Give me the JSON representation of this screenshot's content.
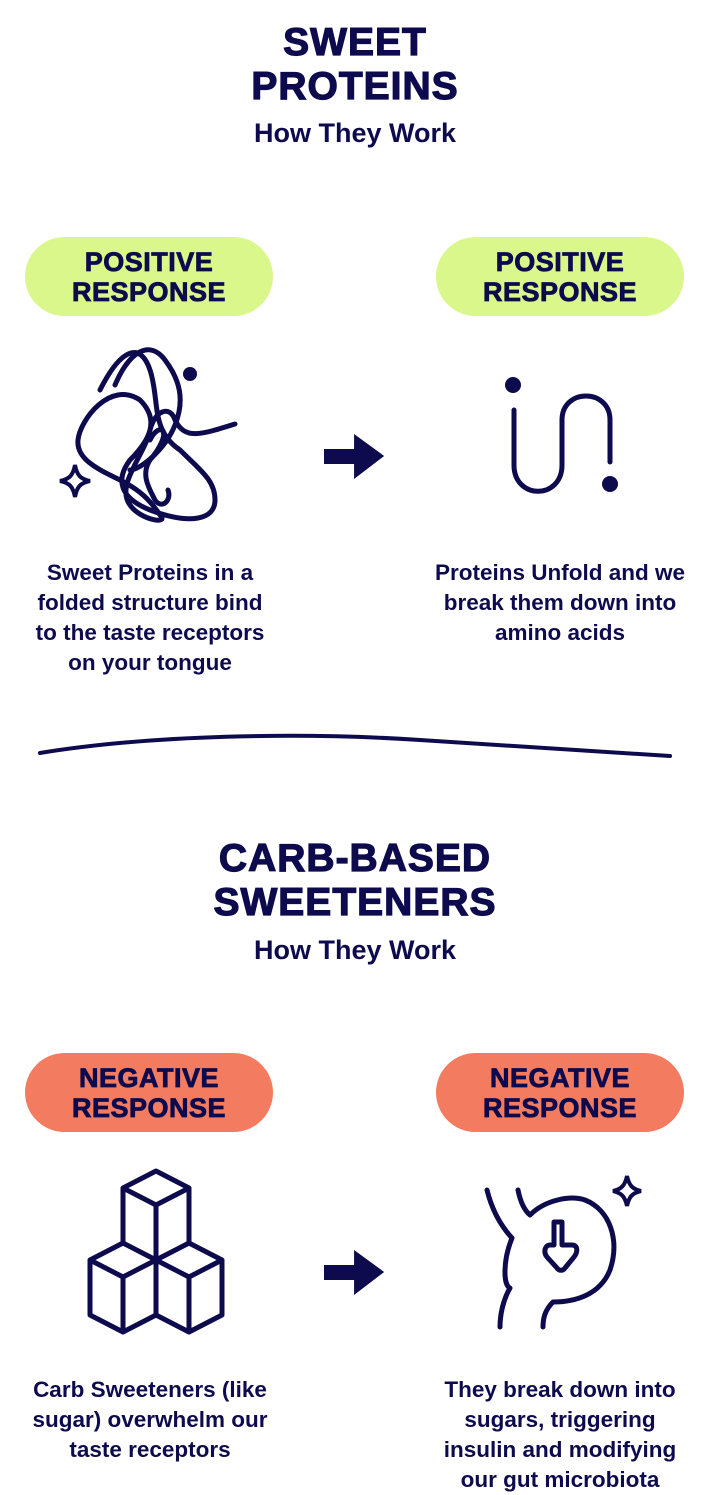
{
  "colors": {
    "navy": "#0d0b4d",
    "positive": "#d9f78a",
    "negative": "#f37b60"
  },
  "section1": {
    "title_line1": "SWEET",
    "title_line2": "PROTEINS",
    "subtitle": "How They Work",
    "left": {
      "badge_line1": "POSITIVE",
      "badge_line2": "RESPONSE",
      "icon": "folded-protein-icon",
      "caption": [
        "Sweet Proteins in a",
        "folded structure bind",
        "to the taste receptors",
        "on your tongue"
      ]
    },
    "right": {
      "badge_line1": "POSITIVE",
      "badge_line2": "RESPONSE",
      "icon": "unfolded-protein-icon",
      "caption": [
        "Proteins Unfold and we",
        "break them down into",
        "amino acids"
      ]
    }
  },
  "section2": {
    "title_line1": "CARB-BASED",
    "title_line2": "SWEETENERS",
    "subtitle": "How They Work",
    "left": {
      "badge_line1": "NEGATIVE",
      "badge_line2": "RESPONSE",
      "icon": "sugar-cubes-icon",
      "caption": [
        "Carb Sweeteners (like",
        "sugar) overwhelm our",
        "taste receptors"
      ]
    },
    "right": {
      "badge_line1": "NEGATIVE",
      "badge_line2": "RESPONSE",
      "icon": "stomach-icon",
      "caption": [
        "They break down into",
        "sugars, triggering",
        "insulin and modifying",
        "our gut microbiota"
      ]
    }
  }
}
